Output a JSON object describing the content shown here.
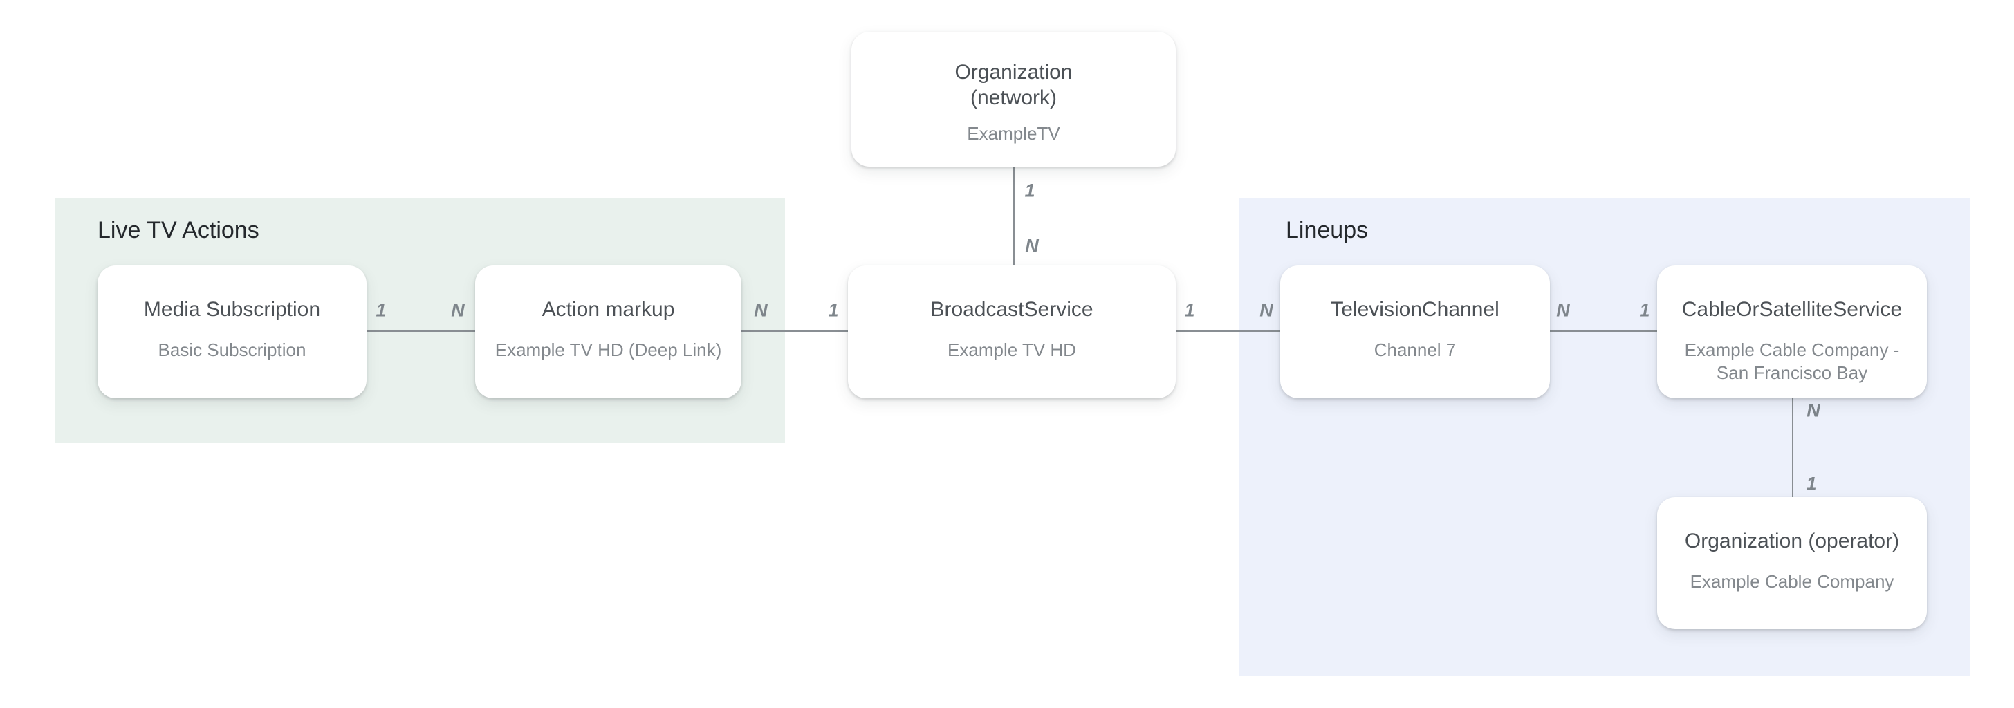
{
  "diagram": {
    "background_color": "#ffffff",
    "groups": [
      {
        "id": "live-tv-actions",
        "label": "Live TV Actions",
        "color": "#e9f1ed"
      },
      {
        "id": "lineups",
        "label": "Lineups",
        "color": "#edf1fb"
      }
    ],
    "nodes": [
      {
        "id": "organization-network",
        "title_line1": "Organization",
        "title_line2": "(network)",
        "subtitle": "ExampleTV"
      },
      {
        "id": "media-subscription",
        "title": "Media Subscription",
        "subtitle": "Basic Subscription"
      },
      {
        "id": "action-markup",
        "title": "Action markup",
        "subtitle": "Example TV HD (Deep Link)"
      },
      {
        "id": "broadcast-service",
        "title": "BroadcastService",
        "subtitle": "Example TV HD"
      },
      {
        "id": "television-channel",
        "title": "TelevisionChannel",
        "subtitle": "Channel 7"
      },
      {
        "id": "cable-or-satellite-service",
        "title": "CableOrSatelliteService",
        "subtitle": "Example Cable Company - San Francisco Bay"
      },
      {
        "id": "organization-operator",
        "title": "Organization (operator)",
        "subtitle": "Example Cable Company"
      }
    ],
    "edges": [
      {
        "between": [
          "organization-network",
          "broadcast-service"
        ],
        "orientation": "vertical",
        "cards": [
          "1",
          "N"
        ]
      },
      {
        "between": [
          "media-subscription",
          "action-markup"
        ],
        "orientation": "horizontal",
        "cards": [
          "1",
          "N"
        ]
      },
      {
        "between": [
          "action-markup",
          "broadcast-service"
        ],
        "orientation": "horizontal",
        "cards": [
          "N",
          "1"
        ]
      },
      {
        "between": [
          "broadcast-service",
          "television-channel"
        ],
        "orientation": "horizontal",
        "cards": [
          "1",
          "N"
        ]
      },
      {
        "between": [
          "television-channel",
          "cable-or-satellite-service"
        ],
        "orientation": "horizontal",
        "cards": [
          "N",
          "1"
        ]
      },
      {
        "between": [
          "cable-or-satellite-service",
          "organization-operator"
        ],
        "orientation": "vertical",
        "cards": [
          "N",
          "1"
        ]
      }
    ],
    "colors": {
      "node_background": "#ffffff",
      "node_title_text": "#4c5156",
      "node_subtitle_text": "#83888d",
      "group_label_text": "#24282c",
      "connector_line": "#898e93",
      "cardinality_text": "#7e858b",
      "group_green": "#e9f1ed",
      "group_blue": "#edf1fb"
    }
  }
}
